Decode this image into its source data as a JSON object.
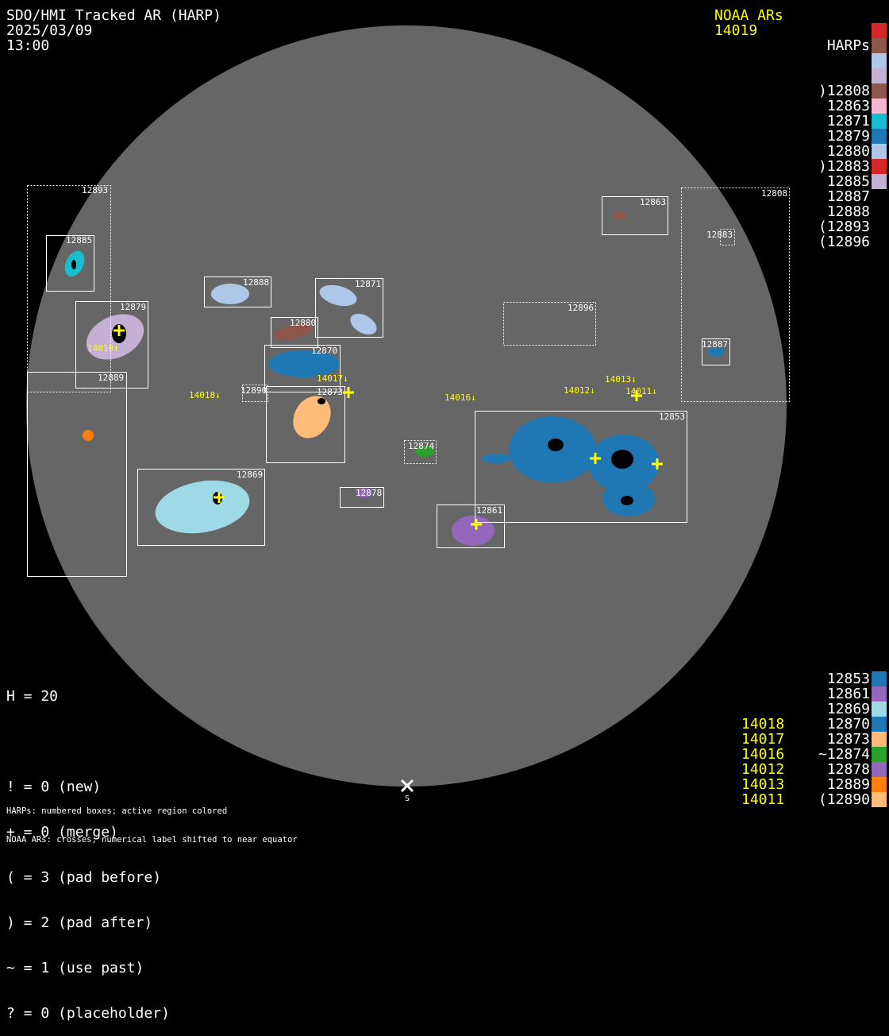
{
  "header": {
    "title": "SDO/HMI Tracked AR (HARP)",
    "date": "2025/03/09",
    "time": "13:00"
  },
  "noaa_header": {
    "label": "NOAA ARs",
    "value": "14019"
  },
  "harp_legend_top": {
    "label": "HARPs",
    "items": [
      {
        "text": ")12808",
        "color": "#d62728"
      },
      {
        "text": "12863",
        "color": "#8c564b"
      },
      {
        "text": "12871",
        "color": "#aec7e8"
      },
      {
        "text": "12879",
        "color": "#c5b0d5"
      },
      {
        "text": "12880",
        "color": "#8c564b"
      },
      {
        "text": ")12883",
        "color": "#f7b6d2"
      },
      {
        "text": "12885",
        "color": "#17becf"
      },
      {
        "text": "12887",
        "color": "#1f77b4"
      },
      {
        "text": "12888",
        "color": "#aec7e8"
      },
      {
        "text": "(12893",
        "color": "#d62728"
      },
      {
        "text": "(12896",
        "color": "#c5b0d5"
      }
    ]
  },
  "harp_legend_bottom": {
    "items": [
      {
        "noaa": "",
        "text": "12853",
        "color": "#1f77b4"
      },
      {
        "noaa": "",
        "text": "12861",
        "color": "#9467bd"
      },
      {
        "noaa": "",
        "text": "12869",
        "color": "#9edae5"
      },
      {
        "noaa": "14018",
        "text": "12870",
        "color": "#1f77b4"
      },
      {
        "noaa": "14017",
        "text": "12873",
        "color": "#ffbb78"
      },
      {
        "noaa": "14016",
        "text": "~12874",
        "color": "#2ca02c"
      },
      {
        "noaa": "14012",
        "text": "12878",
        "color": "#9467bd"
      },
      {
        "noaa": "14013",
        "text": "12889",
        "color": "#ff7f0e"
      },
      {
        "noaa": "14011",
        "text": "(12890",
        "color": "#ffbb78"
      }
    ]
  },
  "stats": {
    "h": "H = 20",
    "lines": [
      "! = 0 (new)",
      "+ = 0 (merge)",
      "( = 3 (pad before)",
      ") = 2 (pad after)",
      "~ = 1 (use past)",
      "? = 0 (placeholder)"
    ]
  },
  "footer": {
    "line1": "HARPs: numbered boxes; active region colored",
    "line2": "NOAA ARs: crosses; numerical label shifted to near equator"
  },
  "south_marker": "S",
  "disk": {
    "harp_labels": {
      "h12893": "12893",
      "h12885": "12885",
      "h12879": "12879",
      "h12889": "12889",
      "h12888": "12888",
      "h12871": "12871",
      "h12880": "12880",
      "h12870": "12870",
      "h12890": "12890",
      "h12873": "12873",
      "h12874": "12874",
      "h12878": "12878",
      "h12869": "12869",
      "h12861": "12861",
      "h12853": "12853",
      "h12863": "12863",
      "h12808": "12808",
      "h12883": "12883",
      "h12896": "12896",
      "h12887": "12887"
    },
    "noaa_labels": {
      "n14019": "14019↑",
      "n14018": "14018↓",
      "n14017": "14017↓",
      "n14016": "14016↓",
      "n14012": "14012↓",
      "n14013": "14013↓",
      "n14011": "14011↓"
    }
  }
}
